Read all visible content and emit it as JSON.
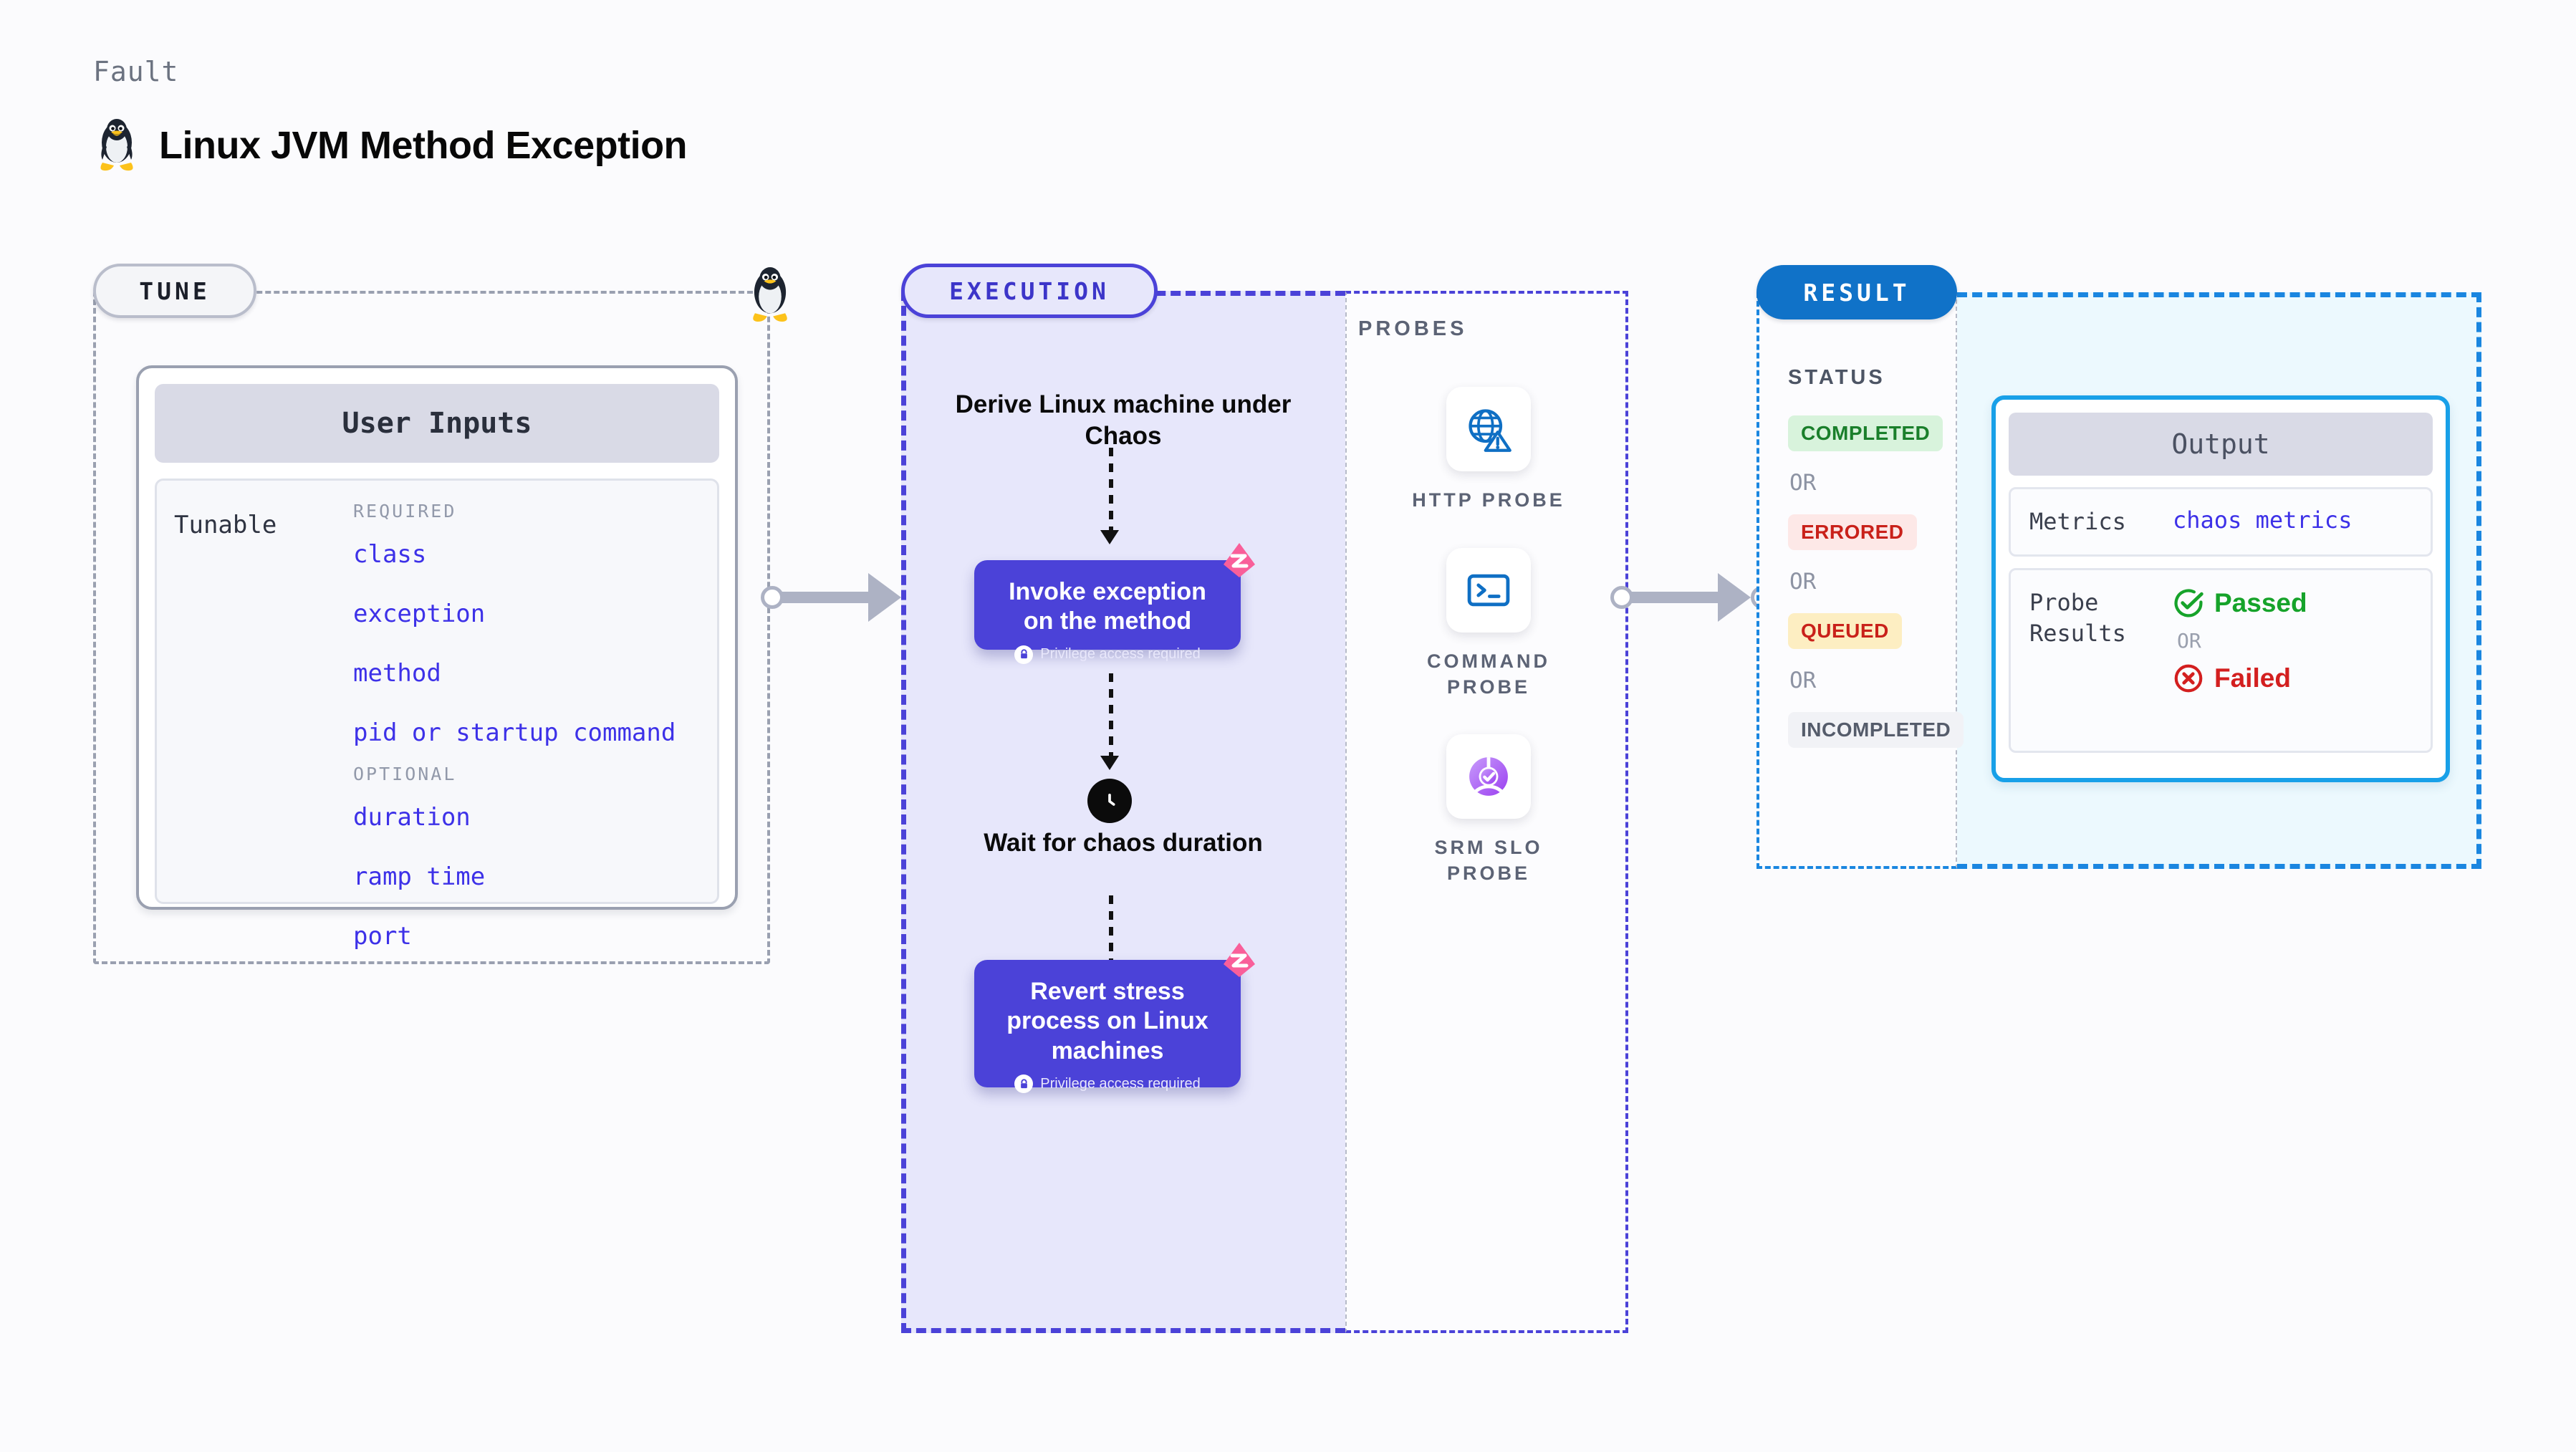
{
  "header": {
    "eyebrow": "Fault",
    "title": "Linux JVM Method Exception",
    "icon": "linux-penguin-icon"
  },
  "tune": {
    "pill_label": "TUNE",
    "penguin_icon": "linux-penguin-icon",
    "user_inputs_title": "User Inputs",
    "tunable_label": "Tunable",
    "groups": [
      {
        "label": "REQUIRED",
        "items": [
          "class",
          "exception",
          "method",
          "pid or startup command"
        ]
      },
      {
        "label": "OPTIONAL",
        "items": [
          "duration",
          "ramp time",
          "port"
        ]
      }
    ]
  },
  "execution": {
    "pill_label": "EXECUTION",
    "derive_text": "Derive Linux machine under Chaos",
    "invoke_step": {
      "title": "Invoke exception on the method",
      "sub": "Privilege access required",
      "lock_icon": "lock-icon",
      "corner_icon": "chaos-logo-icon"
    },
    "wait_text": "Wait for chaos duration",
    "clock_icon": "clock-icon",
    "revert_step": {
      "title": "Revert stress process on Linux machines",
      "sub": "Privilege access required",
      "lock_icon": "lock-icon",
      "corner_icon": "chaos-logo-icon"
    }
  },
  "probes": {
    "label": "PROBES",
    "items": [
      {
        "name": "HTTP PROBE",
        "icon": "globe-warning-icon",
        "color": "#0f6fc4"
      },
      {
        "name": "COMMAND PROBE",
        "icon": "terminal-icon",
        "color": "#0f6fc4"
      },
      {
        "name": "SRM SLO PROBE",
        "icon": "slo-check-icon",
        "color": "#9b3ff0"
      }
    ]
  },
  "result": {
    "pill_label": "RESULT",
    "status_label": "STATUS",
    "or_label": "OR",
    "statuses": [
      {
        "label": "COMPLETED",
        "bg": "#d8f3dc",
        "fg": "#1a7f2b"
      },
      {
        "label": "ERRORED",
        "bg": "#fde8e7",
        "fg": "#c9211a"
      },
      {
        "label": "QUEUED",
        "bg": "#fdeec2",
        "fg": "#c9211a"
      },
      {
        "label": "INCOMPLETED",
        "bg": "#f1f2f6",
        "fg": "#555c6b"
      }
    ],
    "output": {
      "title": "Output",
      "metrics_key": "Metrics",
      "metrics_value": "chaos metrics",
      "probe_results_key": "Probe Results",
      "passed_label": "Passed",
      "failed_label": "Failed",
      "or_label": "OR",
      "passed_icon": "check-circle-icon",
      "failed_icon": "x-circle-icon"
    }
  },
  "colors": {
    "accent_purple": "#4b42d8",
    "accent_blue": "#1a86e0",
    "chaos_pink": "#f95f9a",
    "tunable_link": "#3d31e8"
  }
}
